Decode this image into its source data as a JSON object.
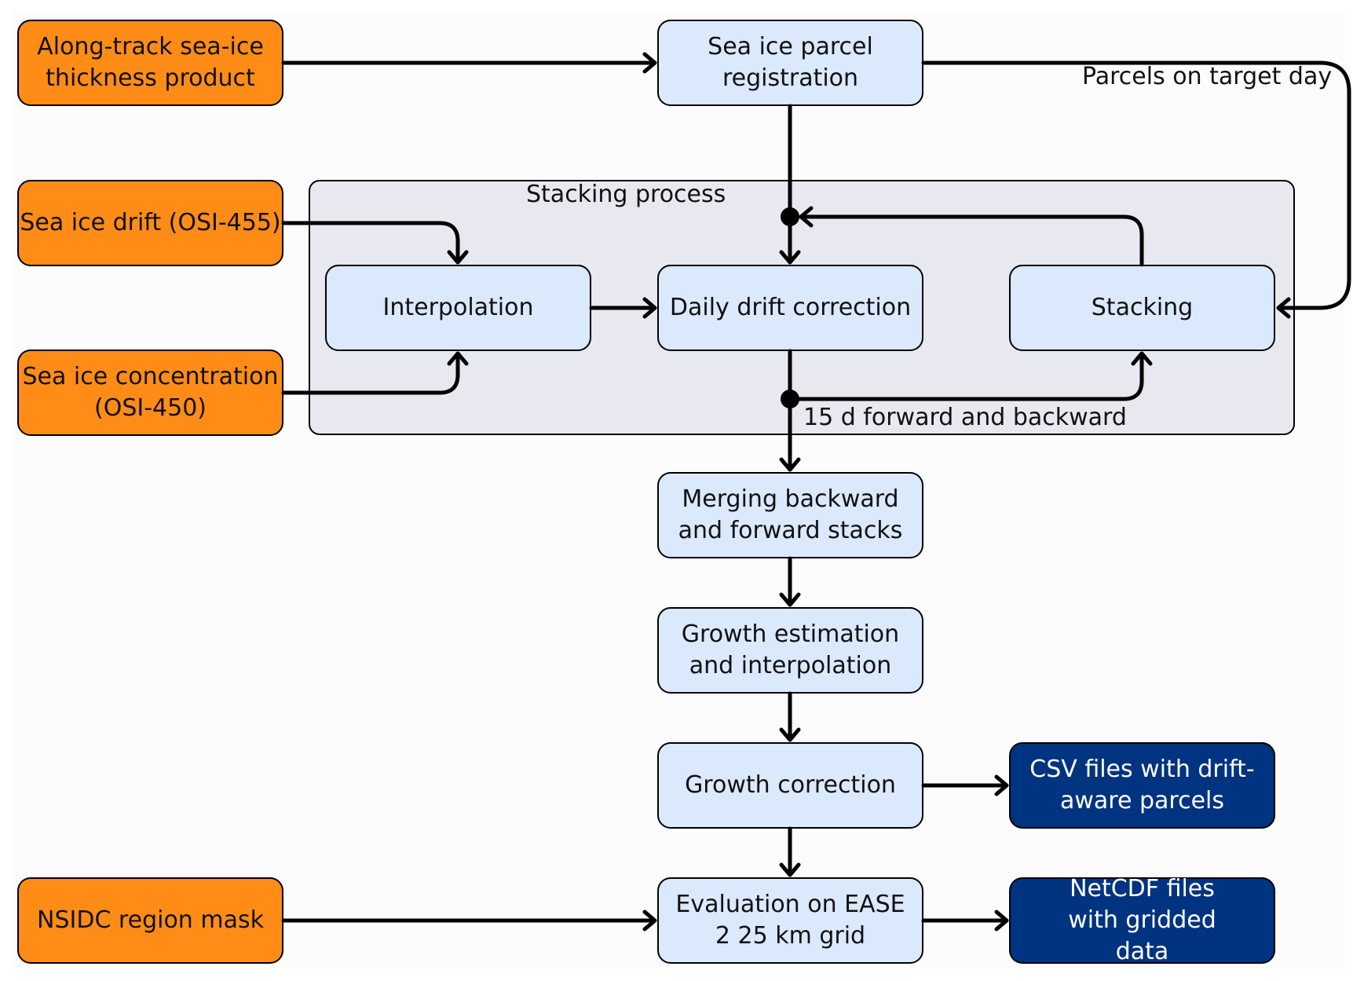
{
  "diagram": {
    "stacking_group": {
      "title": "Stacking process"
    },
    "nodes": {
      "along_track": "Along-track sea-ice thickness product",
      "drift": "Sea ice drift (OSI-455)",
      "concentration": "Sea ice concentration (OSI-450)",
      "region_mask": "NSIDC region mask",
      "registration": "Sea ice parcel registration",
      "interpolation": "Interpolation",
      "daily_drift": "Daily drift correction",
      "stacking": "Stacking",
      "merging": "Merging backward and forward stacks",
      "growth_estimation": "Growth estimation and interpolation",
      "growth_correction": "Growth correction",
      "evaluation": "Evaluation on EASE 2 25 km grid",
      "csv_output": "CSV files with drift-aware parcels",
      "netcdf_output": "NetCDF files with gridded data"
    },
    "edge_labels": {
      "parcels_target_day": "Parcels on target day",
      "forward_backward": "15 d forward and backward"
    },
    "edges": [
      [
        "along_track",
        "registration"
      ],
      [
        "registration",
        "daily_drift"
      ],
      [
        "registration",
        "stacking",
        "parcels_target_day"
      ],
      [
        "drift",
        "interpolation"
      ],
      [
        "concentration",
        "interpolation"
      ],
      [
        "interpolation",
        "daily_drift"
      ],
      [
        "daily_drift",
        "stacking",
        "forward_backward"
      ],
      [
        "stacking",
        "daily_drift"
      ],
      [
        "daily_drift",
        "merging"
      ],
      [
        "merging",
        "growth_estimation"
      ],
      [
        "growth_estimation",
        "growth_correction"
      ],
      [
        "growth_correction",
        "csv_output"
      ],
      [
        "growth_correction",
        "evaluation"
      ],
      [
        "region_mask",
        "evaluation"
      ],
      [
        "evaluation",
        "netcdf_output"
      ]
    ],
    "colors": {
      "input": "#ff8c17",
      "process": "#dbe9fc",
      "output": "#003380",
      "group": "#e8e9f0",
      "line": "#000000"
    }
  }
}
